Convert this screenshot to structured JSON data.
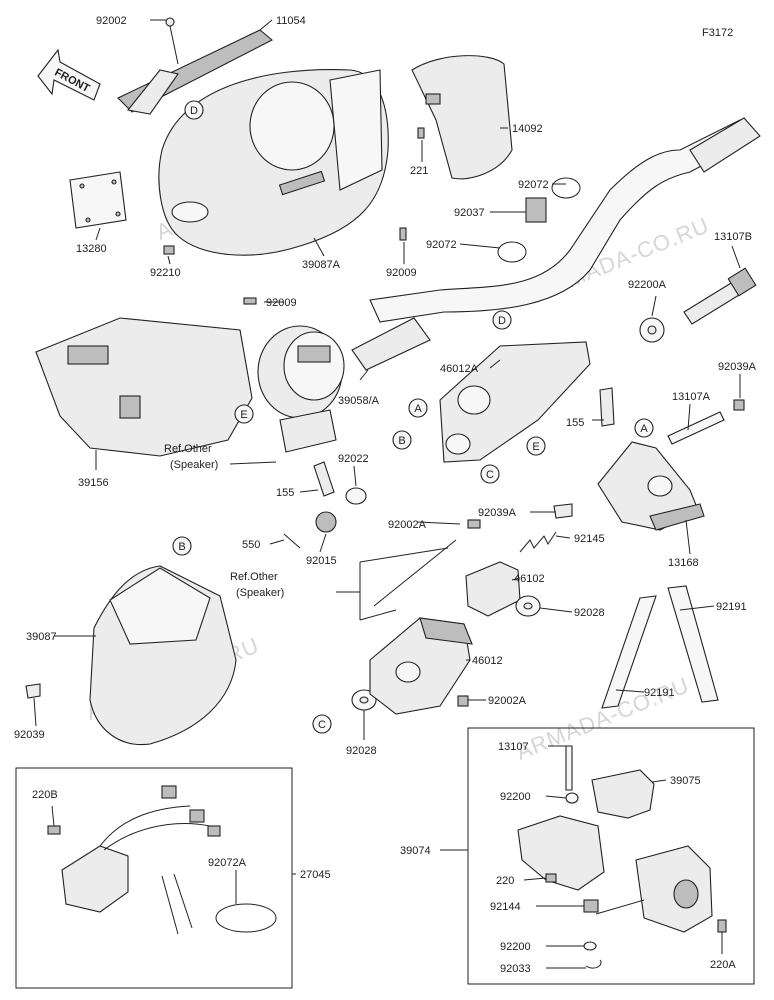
{
  "figure_code": "F3172",
  "front_label": "FRONT",
  "watermark": "ARMADA-CO.RU",
  "ref_notes": [
    {
      "line1": "Ref.Other",
      "line2": "(Speaker)"
    },
    {
      "line1": "Ref.Other",
      "line2": "(Speaker)"
    }
  ],
  "callouts": [
    "A",
    "B",
    "C",
    "D",
    "E",
    "A",
    "B",
    "C",
    "D",
    "E"
  ],
  "part_labels": {
    "p92002": "92002",
    "p11054": "11054",
    "p14092": "14092",
    "p221": "221",
    "p92072a": "92072",
    "p92037": "92037",
    "p92072b": "92072",
    "p13280": "13280",
    "p39087A": "39087A",
    "p92009a": "92009",
    "p92210": "92210",
    "p92009b": "92009",
    "p13107B": "13107B",
    "p92200A": "92200A",
    "p92039A_top": "92039A",
    "p46012A": "46012A",
    "p39058A": "39058/A",
    "p155a": "155",
    "p13107A": "13107A",
    "p39156": "39156",
    "p155b": "155",
    "p92022": "92022",
    "p92039A": "92039A",
    "p13168": "13168",
    "p92002A_a": "92002A",
    "p550": "550",
    "p92015": "92015",
    "p92145": "92145",
    "p46102": "46102",
    "p92028a": "92028",
    "p92191a": "92191",
    "p92191b": "92191",
    "p39087": "39087",
    "p46012": "46012",
    "p92002A_b": "92002A",
    "p92039": "92039",
    "p92028b": "92028",
    "p220B": "220B",
    "p92072A": "92072A",
    "p27045": "27045",
    "p13107": "13107",
    "p39075": "39075",
    "p92200a": "92200",
    "p39074": "39074",
    "p220": "220",
    "p92144": "92144",
    "p92200b": "92200",
    "p92033": "92033",
    "p220A": "220A"
  },
  "icon_names": [
    "front-arrow-icon",
    "mirror-bracket-icon",
    "upper-cover-icon",
    "meter-visor-icon",
    "handlebar-icon",
    "lower-cover-icon",
    "display-meter-icon",
    "handle-bracket-icon",
    "switch-housing-icon",
    "lower-shroud-icon",
    "harness-icon",
    "lever-assembly-icon"
  ]
}
